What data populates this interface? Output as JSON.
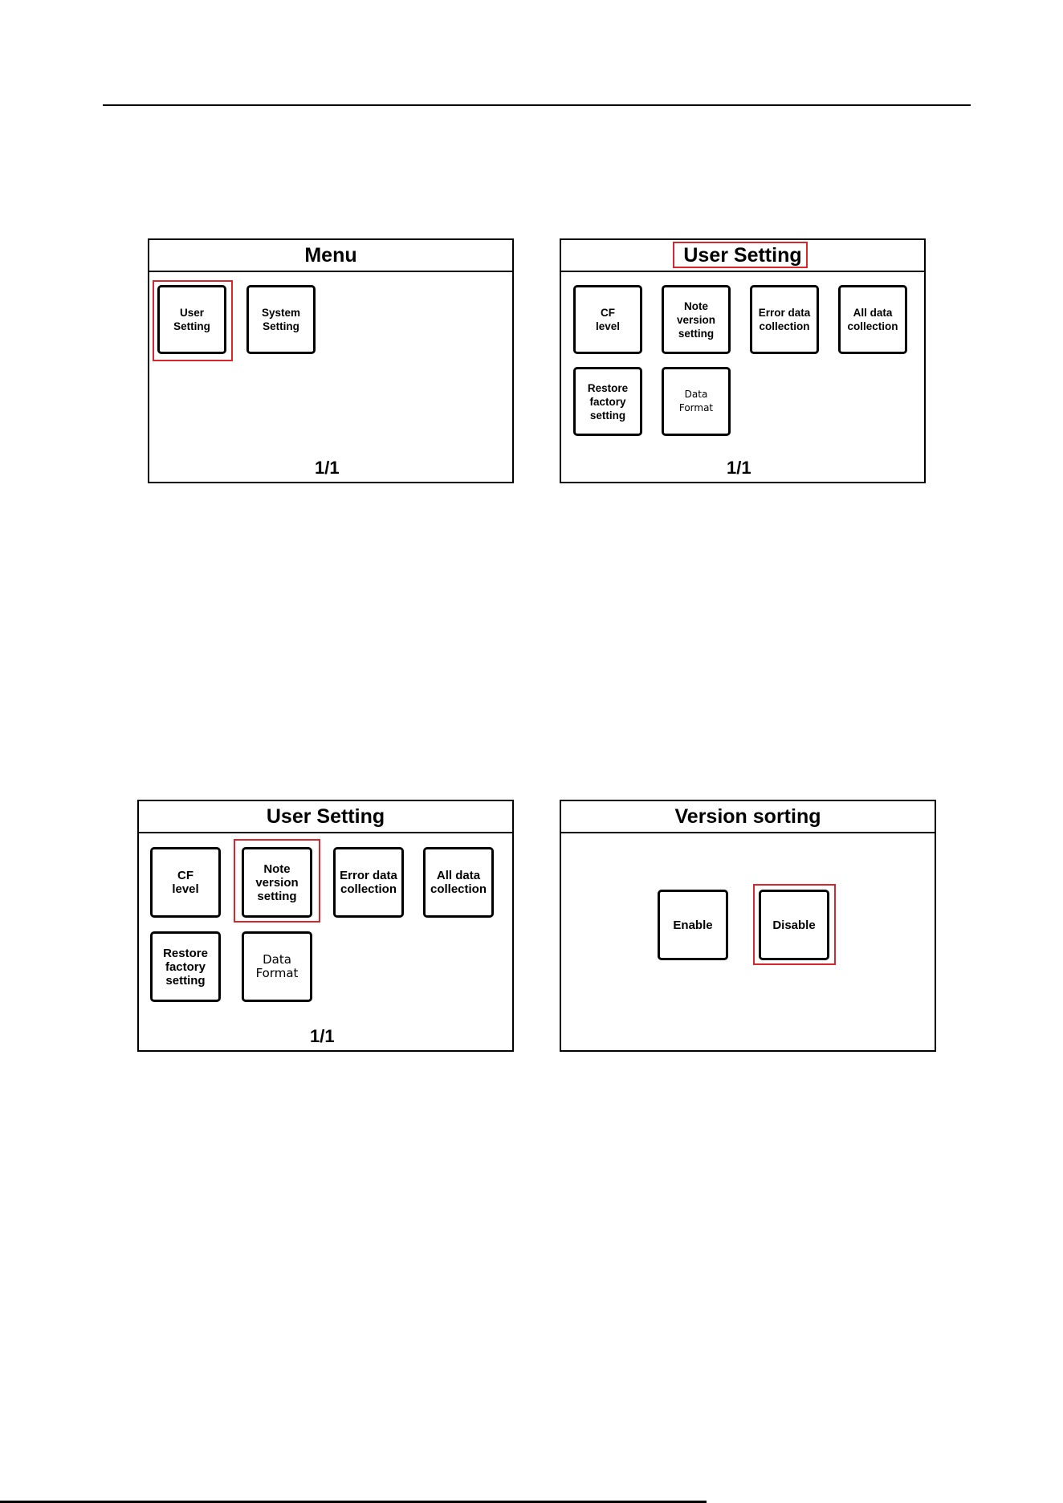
{
  "screens": [
    {
      "title": "Menu",
      "buttons": [
        "User\nSetting",
        "System\nSetting"
      ],
      "page": "1/1"
    },
    {
      "title": "User Setting",
      "buttons": [
        "CF\nlevel",
        "Note\nversion\nsetting",
        "Error data\ncollection",
        "All data\ncollection",
        "Restore\nfactory\nsetting",
        "Data\nFormat"
      ],
      "page": "1/1"
    },
    {
      "title": "User Setting",
      "buttons": [
        "CF\nlevel",
        "Note\nversion\nsetting",
        "Error data\ncollection",
        "All data\ncollection",
        "Restore\nfactory\nsetting",
        "Data\nFormat"
      ],
      "page": "1/1"
    },
    {
      "title": "Version sorting",
      "buttons": [
        "Enable",
        "Disable"
      ]
    }
  ],
  "highlight_color": "#d9252b"
}
